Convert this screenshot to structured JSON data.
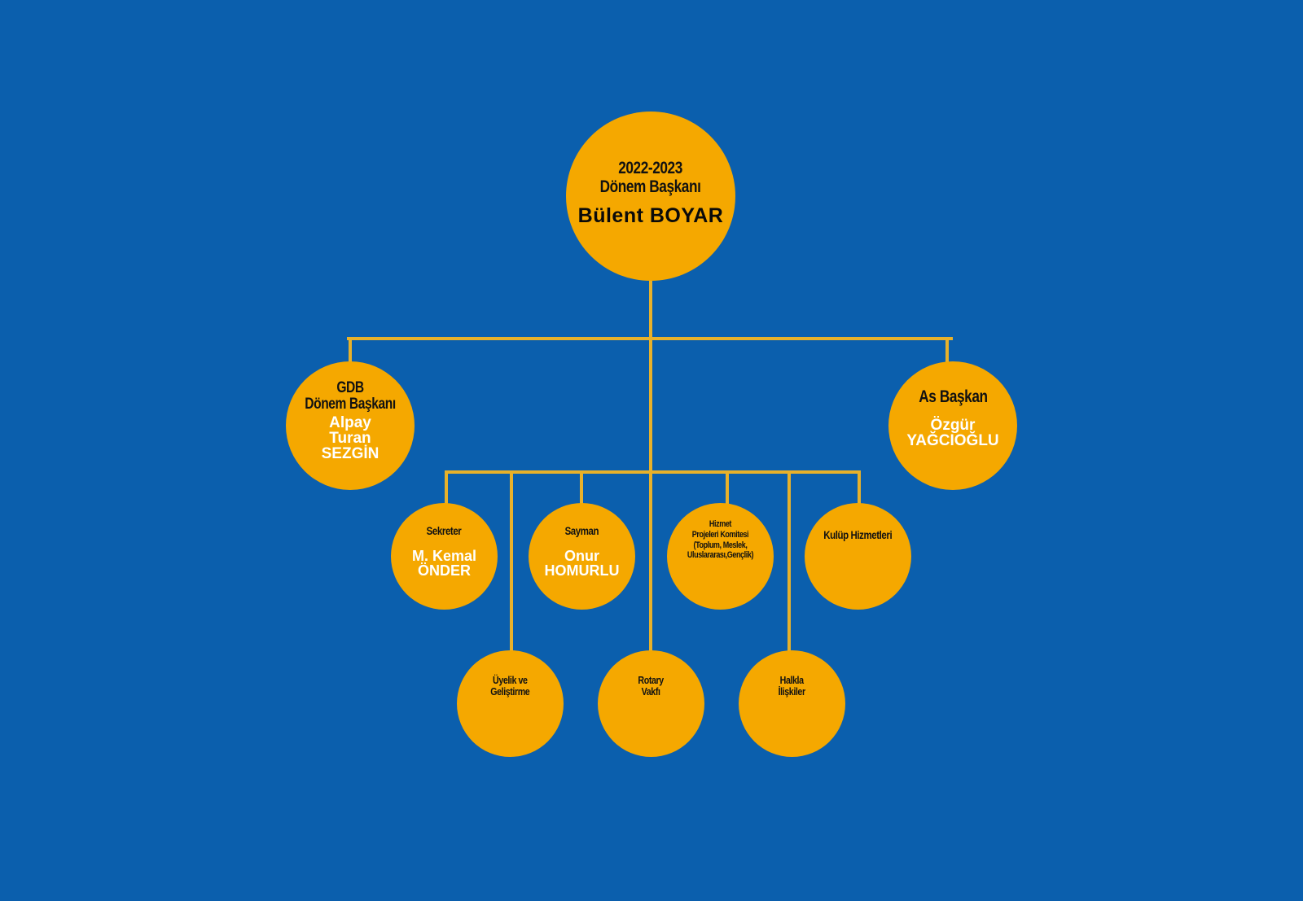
{
  "colors": {
    "background": "#0b5fad",
    "node_fill": "#f5a800",
    "connector": "#e8b12a",
    "role_text": "#111111",
    "name_text": "#ffffff"
  },
  "org": {
    "president": {
      "role": "2022-2023\nDönem Başkanı",
      "name": "Bülent BOYAR"
    },
    "past_president": {
      "role": "GDB\nDönem Başkanı",
      "name": "Alpay\nTuran\nSEZGİN"
    },
    "vice_president": {
      "role": "As Başkan",
      "name": "Özgür\nYAĞCIOĞLU"
    },
    "secretary": {
      "role": "Sekreter",
      "name": "M. Kemal\nÖNDER"
    },
    "treasurer": {
      "role": "Sayman",
      "name": "Onur\nHOMURLU"
    },
    "service_projects": {
      "role": "Hizmet\nProjeleri Komitesi\n(Toplum, Meslek,\nUluslararası,Gençlik)"
    },
    "club_services": {
      "role": "Kulüp Hizmetleri"
    },
    "membership": {
      "role": "Üyelik ve\nGeliştirme"
    },
    "rotary_foundation": {
      "role": "Rotary\nVakfı"
    },
    "public_relations": {
      "role": "Halkla\nİlişkiler"
    }
  }
}
